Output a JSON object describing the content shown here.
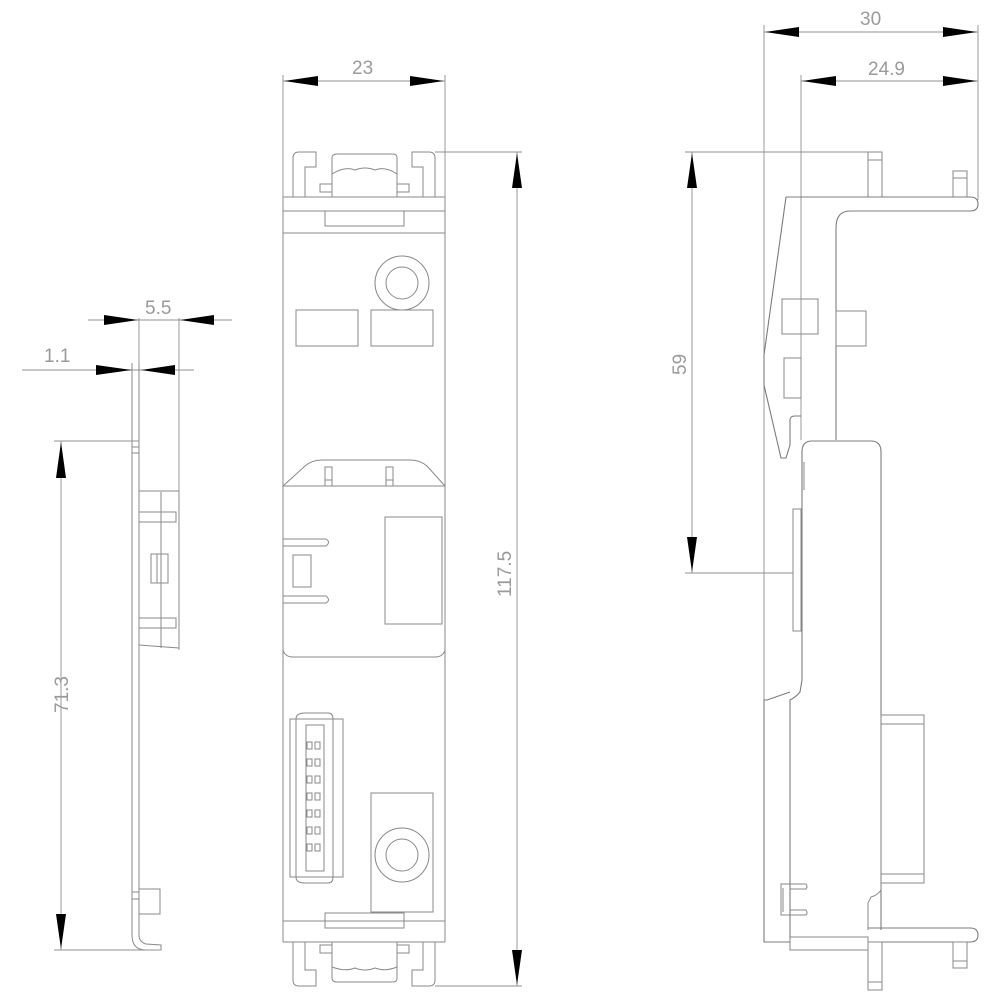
{
  "drawing": {
    "type": "technical dimension drawing",
    "units": "mm",
    "line_color": "#8a8a8a",
    "arrow_color": "#000000",
    "text_color": "#9a9a9a"
  },
  "views": {
    "side_left": {
      "dimensions": {
        "width_top": "5.5",
        "plate_thickness": "1.1",
        "height": "71.3"
      }
    },
    "front": {
      "dimensions": {
        "width": "23",
        "height": "117.5"
      }
    },
    "side_right": {
      "dimensions": {
        "overall_depth": "30",
        "depth_partial": "24.9",
        "upper_height": "59"
      }
    }
  }
}
